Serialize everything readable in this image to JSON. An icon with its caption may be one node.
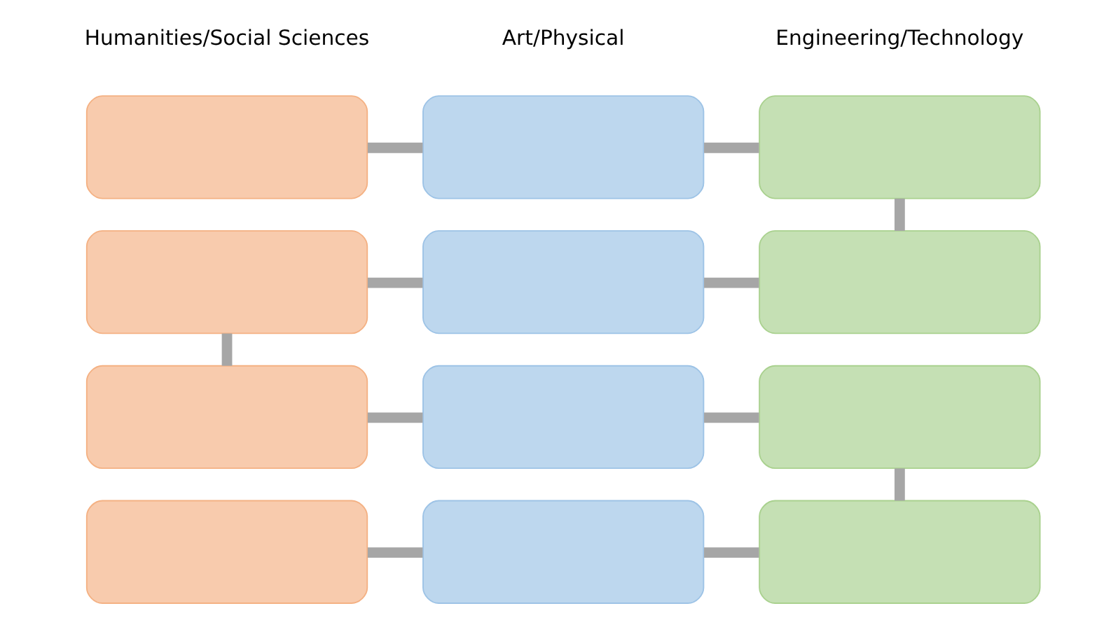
{
  "diagram": {
    "nodes": [
      {
        "text": [],
        "shape": "box"
      },
      {
        "text": [],
        "shape": "box"
      },
      {
        "text": [],
        "shape": "box"
      },
      {
        "text": [],
        "shape": "box"
      },
      {
        "text": [],
        "shape": "box"
      },
      {
        "text": [],
        "shape": "box"
      },
      {
        "text": [],
        "shape": "box"
      },
      {
        "text": [],
        "shape": "box"
      },
      {
        "text": [],
        "shape": "box"
      },
      {
        "text": [],
        "shape": "box"
      },
      {
        "text": [],
        "shape": "box"
      },
      {
        "text": [],
        "shape": "box"
      }
    ],
    "edges": [
      {
        "from": 0,
        "to": 1,
        "arrow": "none"
      },
      {
        "from": 1,
        "to": 2,
        "arrow": "none"
      },
      {
        "from": 2,
        "to": 5,
        "arrow": "none"
      },
      {
        "from": 3,
        "to": 4,
        "arrow": "none"
      },
      {
        "from": 4,
        "to": 5,
        "arrow": "none"
      },
      {
        "from": 3,
        "to": 6,
        "arrow": "none"
      },
      {
        "from": 6,
        "to": 7,
        "arrow": "none"
      },
      {
        "from": 7,
        "to": 8,
        "arrow": "none"
      },
      {
        "from": 8,
        "to": 11,
        "arrow": "none"
      },
      {
        "from": 9,
        "to": 10,
        "arrow": "none"
      },
      {
        "from": 10,
        "to": 11,
        "arrow": "none"
      }
    ],
    "labels": [
      "Humanities/Social Sciences",
      "Art/Physical",
      "Engineering/Technology"
    ]
  }
}
